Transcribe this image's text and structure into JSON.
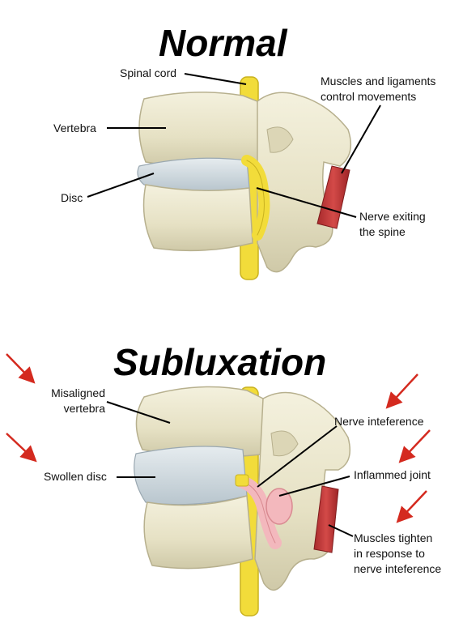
{
  "panels": {
    "normal": {
      "title": "Normal",
      "labels": {
        "spinal_cord": "Spinal cord",
        "vertebra": "Vertebra",
        "disc": "Disc",
        "muscles_1": "Muscles and ligaments",
        "muscles_2": "control movements",
        "nerve_1": "Nerve exiting",
        "nerve_2": "the spine"
      }
    },
    "subluxation": {
      "title": "Subluxation",
      "labels": {
        "misaligned_1": "Misaligned",
        "misaligned_2": "vertebra",
        "swollen_disc": "Swollen disc",
        "nerve_interference": "Nerve inteference",
        "inflamed_joint": "Inflammed joint",
        "muscles_1": "Muscles tighten",
        "muscles_2": "in response to",
        "muscles_3": "nerve inteference"
      }
    }
  },
  "colors": {
    "bone": "#ece8cf",
    "bone_shadow": "#c9c3a2",
    "disc": "#d4dde3",
    "swollen_disc": "#c9d4db",
    "nerve": "#f2dc3a",
    "muscle": "#c2383a",
    "inflamed": "#f3b8bd",
    "arrow": "#d42a1f",
    "leader": "#000000"
  }
}
